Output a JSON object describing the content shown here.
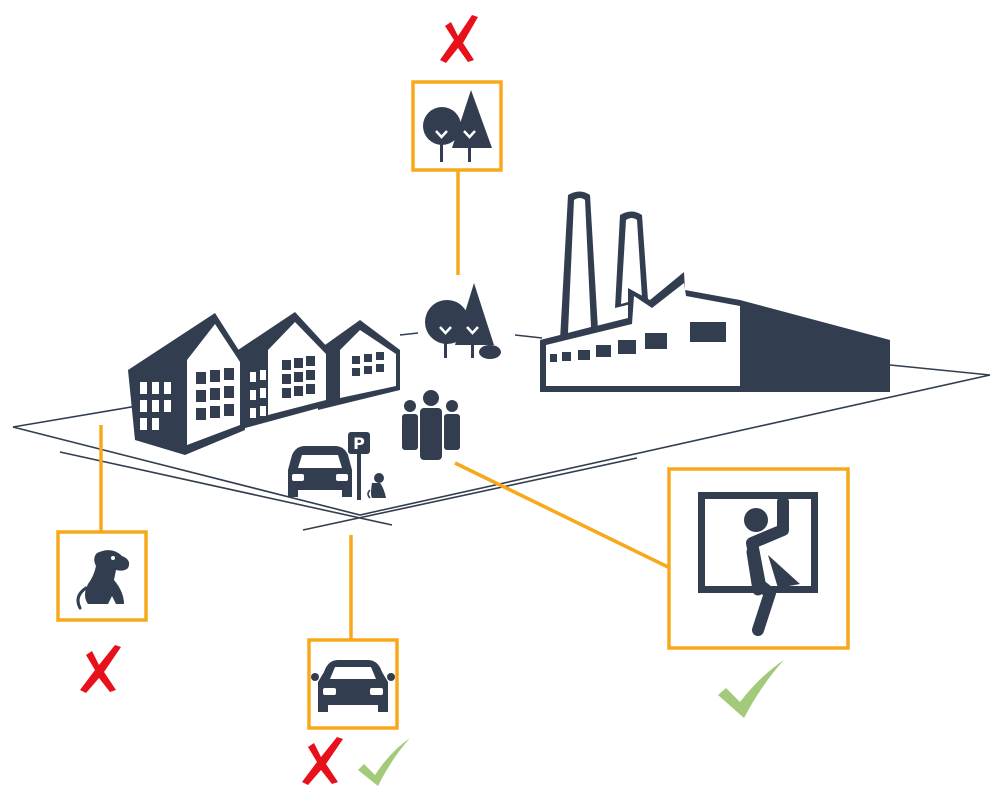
{
  "colors": {
    "icon": "#323e4f",
    "frame": "#f7a81b",
    "cross": "#e8101a",
    "check": "#a3c97a"
  },
  "scene": {
    "objects": [
      "houses",
      "trees",
      "factory",
      "people",
      "car",
      "parking-sign",
      "dog"
    ]
  },
  "callouts": [
    {
      "id": "trees",
      "icon": "trees-icon",
      "marks": [
        "cross"
      ]
    },
    {
      "id": "dog",
      "icon": "dog-icon",
      "marks": [
        "cross"
      ]
    },
    {
      "id": "car",
      "icon": "car-icon",
      "marks": [
        "cross",
        "check"
      ]
    },
    {
      "id": "burglar",
      "icon": "person-climbing-window-icon",
      "marks": [
        "check"
      ]
    }
  ],
  "parking_sign": {
    "letter": "P"
  }
}
